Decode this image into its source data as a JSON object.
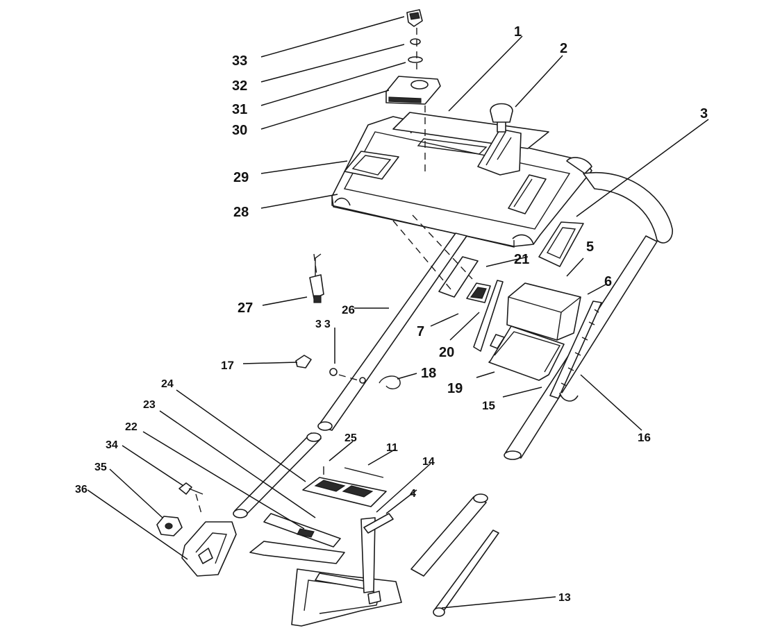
{
  "callouts": [
    {
      "id": "c1",
      "label": "1"
    },
    {
      "id": "c2",
      "label": "2"
    },
    {
      "id": "c3",
      "label": "3"
    },
    {
      "id": "c4",
      "label": "4"
    },
    {
      "id": "c5",
      "label": "5"
    },
    {
      "id": "c6",
      "label": "6"
    },
    {
      "id": "c7",
      "label": "7"
    },
    {
      "id": "c11",
      "label": "11"
    },
    {
      "id": "c13",
      "label": "13"
    },
    {
      "id": "c14",
      "label": "14"
    },
    {
      "id": "c15",
      "label": "15"
    },
    {
      "id": "c16",
      "label": "16"
    },
    {
      "id": "c17",
      "label": "17"
    },
    {
      "id": "c18",
      "label": "18"
    },
    {
      "id": "c19",
      "label": "19"
    },
    {
      "id": "c20",
      "label": "20"
    },
    {
      "id": "c21",
      "label": "21"
    },
    {
      "id": "c22",
      "label": "22"
    },
    {
      "id": "c23",
      "label": "23"
    },
    {
      "id": "c24",
      "label": "24"
    },
    {
      "id": "c25",
      "label": "25"
    },
    {
      "id": "c26",
      "label": "26"
    },
    {
      "id": "c27",
      "label": "27"
    },
    {
      "id": "c28",
      "label": "28"
    },
    {
      "id": "c29",
      "label": "29"
    },
    {
      "id": "c30",
      "label": "30"
    },
    {
      "id": "c31",
      "label": "31"
    },
    {
      "id": "c32",
      "label": "32"
    },
    {
      "id": "c33",
      "label": "33"
    },
    {
      "id": "c33b",
      "label": "33"
    },
    {
      "id": "c34",
      "label": "34"
    },
    {
      "id": "c35",
      "label": "35"
    },
    {
      "id": "c36",
      "label": "36"
    }
  ]
}
